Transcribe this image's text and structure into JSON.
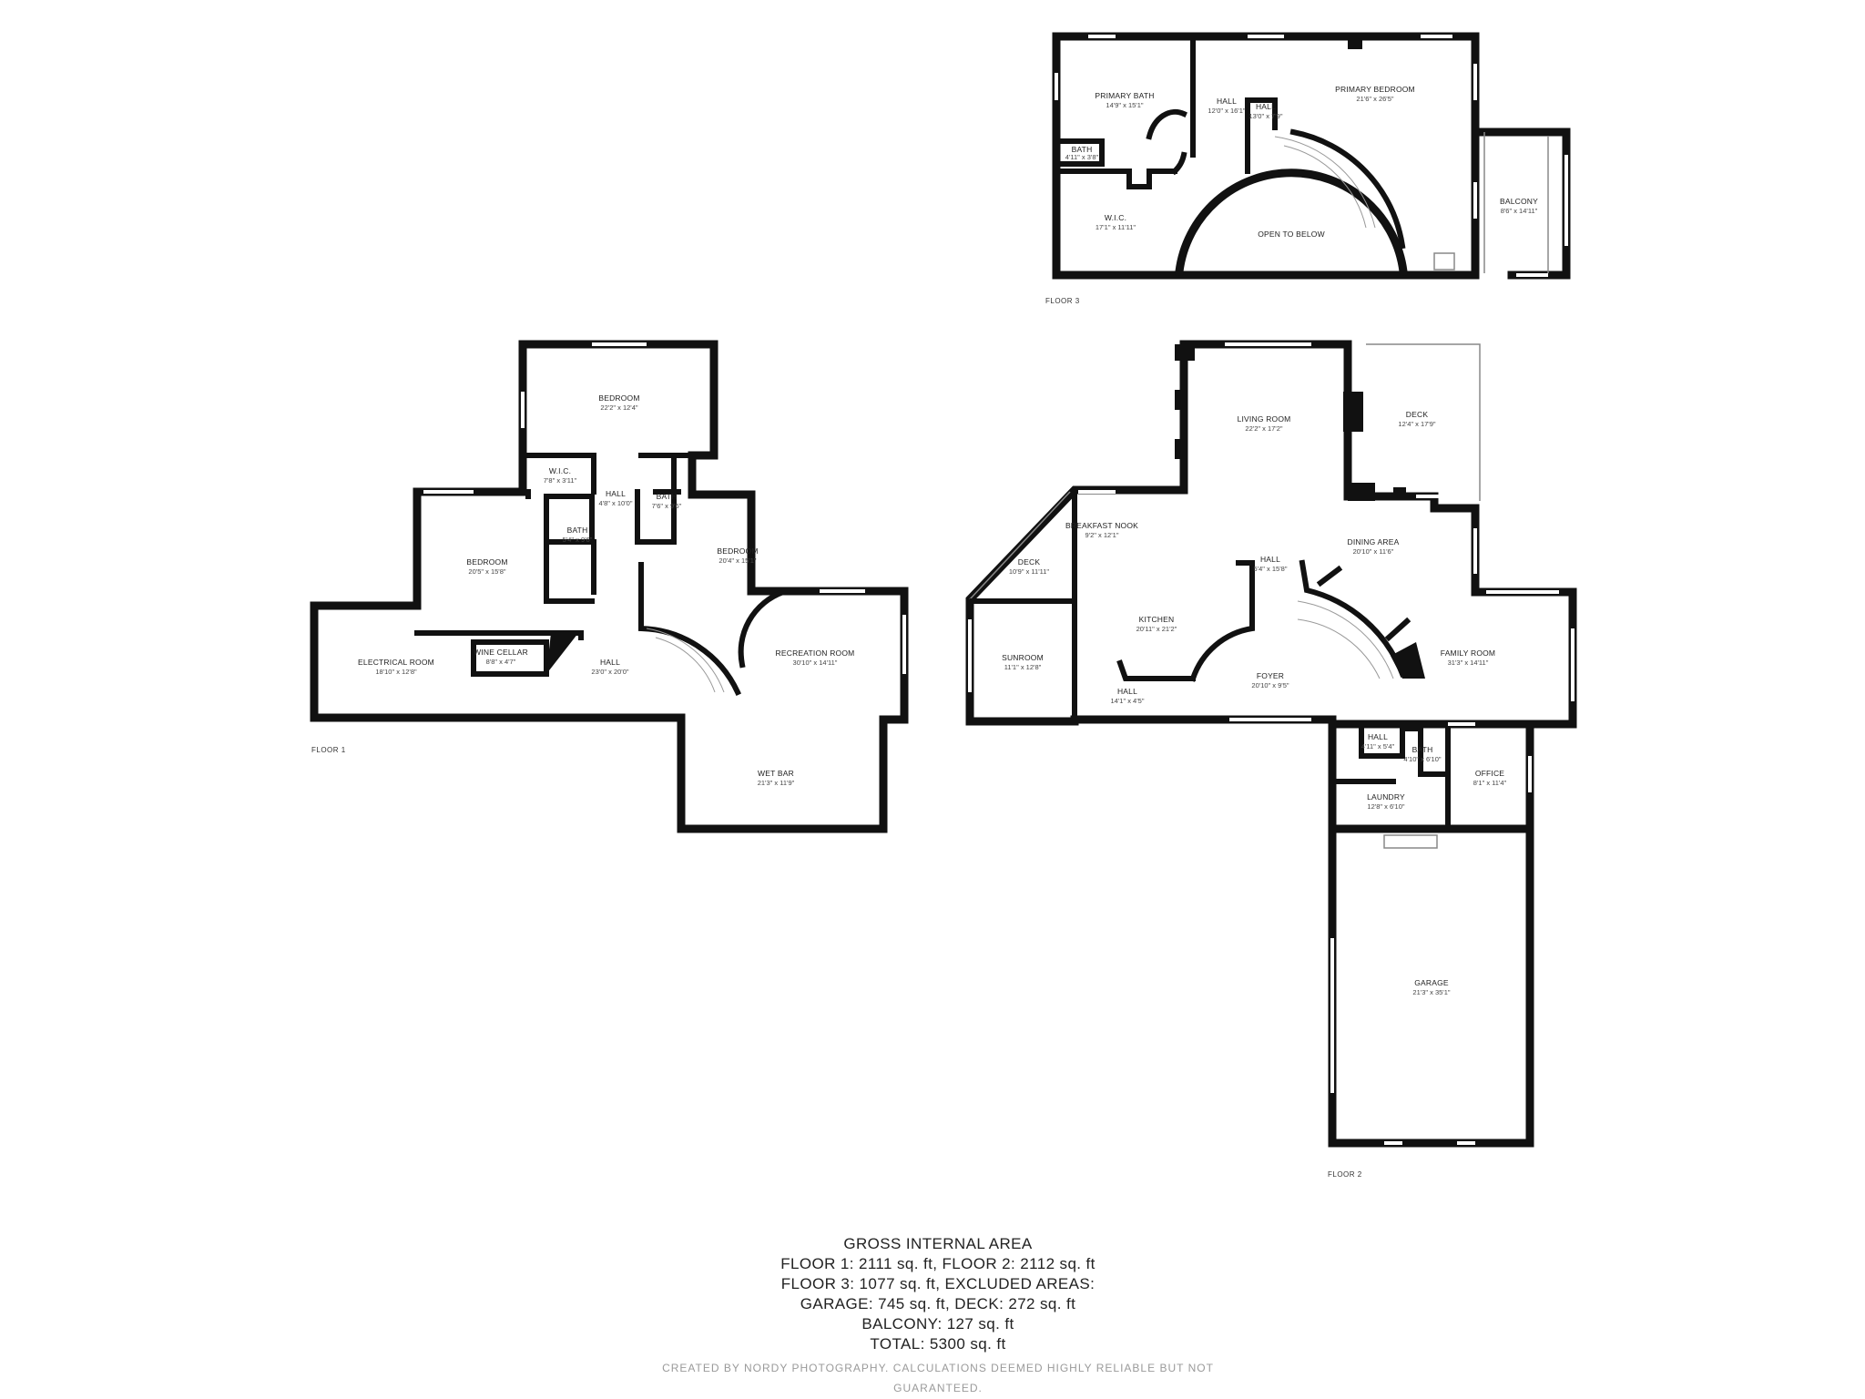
{
  "floors": {
    "floor1": {
      "label": "FLOOR 1",
      "rooms": [
        {
          "name": "BEDROOM",
          "dims": "22'2\" x 12'4\""
        },
        {
          "name": "W.I.C.",
          "dims": "7'8\" x 3'11\""
        },
        {
          "name": "HALL",
          "dims": "4'8\" x 10'0\""
        },
        {
          "name": "BATH",
          "dims": "7'6\" x 9'6\""
        },
        {
          "name": "BATH",
          "dims": "5'4\" x 9'6\""
        },
        {
          "name": "BEDROOM",
          "dims": "20'5\" x 15'8\""
        },
        {
          "name": "BEDROOM",
          "dims": "20'4\" x 15'1\""
        },
        {
          "name": "WINE CELLAR",
          "dims": "8'8\" x 4'7\""
        },
        {
          "name": "ELECTRICAL ROOM",
          "dims": "18'10\" x 12'8\""
        },
        {
          "name": "HALL",
          "dims": "23'0\" x 20'0\""
        },
        {
          "name": "RECREATION ROOM",
          "dims": "30'10\" x 14'11\""
        },
        {
          "name": "WET BAR",
          "dims": "21'3\" x 11'9\""
        }
      ]
    },
    "floor2": {
      "label": "FLOOR 2",
      "rooms": [
        {
          "name": "LIVING ROOM",
          "dims": "22'2\" x 17'2\""
        },
        {
          "name": "DECK",
          "dims": "12'4\" x 17'9\""
        },
        {
          "name": "BREAKFAST NOOK",
          "dims": "9'2\" x 12'1\""
        },
        {
          "name": "DECK",
          "dims": "10'9\" x 11'11\""
        },
        {
          "name": "HALL",
          "dims": "5'4\" x 15'8\""
        },
        {
          "name": "DINING AREA",
          "dims": "20'10\" x 11'6\""
        },
        {
          "name": "KITCHEN",
          "dims": "20'11\" x 21'2\""
        },
        {
          "name": "SUNROOM",
          "dims": "11'1\" x 12'8\""
        },
        {
          "name": "FAMILY ROOM",
          "dims": "31'3\" x 14'11\""
        },
        {
          "name": "FOYER",
          "dims": "20'10\" x 9'5\""
        },
        {
          "name": "HALL",
          "dims": "14'1\" x 4'5\""
        },
        {
          "name": "HALL",
          "dims": "4'11\" x 5'4\""
        },
        {
          "name": "BATH",
          "dims": "4'10\" x 6'10\""
        },
        {
          "name": "OFFICE",
          "dims": "8'1\" x 11'4\""
        },
        {
          "name": "LAUNDRY",
          "dims": "12'8\" x 6'10\""
        },
        {
          "name": "GARAGE",
          "dims": "21'3\" x 35'1\""
        }
      ]
    },
    "floor3": {
      "label": "FLOOR 3",
      "rooms": [
        {
          "name": "PRIMARY BATH",
          "dims": "14'9\" x 15'1\""
        },
        {
          "name": "HALL",
          "dims": "12'0\" x 16'1\""
        },
        {
          "name": "HALL",
          "dims": "13'0\" x 7'9\""
        },
        {
          "name": "PRIMARY BEDROOM",
          "dims": "21'6\" x 26'5\""
        },
        {
          "name": "BATH",
          "dims": "4'11\" x 3'8\""
        },
        {
          "name": "BALCONY",
          "dims": "8'6\" x 14'11\""
        },
        {
          "name": "W.I.C.",
          "dims": "17'1\" x 11'11\""
        },
        {
          "name": "OPEN TO BELOW",
          "dims": ""
        }
      ]
    }
  },
  "summary": {
    "heading": "GROSS INTERNAL AREA",
    "lines": [
      "FLOOR 1: 2111 sq. ft, FLOOR 2: 2112 sq. ft",
      "FLOOR 3: 1077 sq. ft, EXCLUDED AREAS:",
      "GARAGE: 745 sq. ft, DECK: 272 sq. ft",
      "BALCONY: 127 sq. ft",
      "TOTAL: 5300 sq. ft"
    ],
    "credit": "CREATED BY NORDY PHOTOGRAPHY. CALCULATIONS DEEMED HIGHLY RELIABLE BUT NOT GUARANTEED."
  }
}
